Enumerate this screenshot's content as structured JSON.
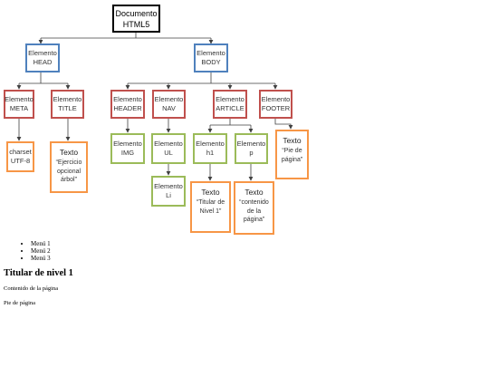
{
  "nodes": {
    "documento": {
      "l1": "Documento",
      "l2": "HTML5"
    },
    "head": {
      "l1": "Elemento",
      "l2": "HEAD"
    },
    "body": {
      "l1": "Elemento",
      "l2": "BODY"
    },
    "meta": {
      "l1": "Elemento",
      "l2": "META"
    },
    "title": {
      "l1": "Elemento",
      "l2": "TITLE"
    },
    "header": {
      "l1": "Elemento",
      "l2": "HEADER"
    },
    "nav": {
      "l1": "Elemento",
      "l2": "NAV"
    },
    "article": {
      "l1": "Elemento",
      "l2": "ARTICLE"
    },
    "footer": {
      "l1": "Elemento",
      "l2": "FOOTER"
    },
    "charset": {
      "l1": "charset",
      "l2": "UTF-8"
    },
    "texto_title": {
      "title": "Texto",
      "body": "“Ejercicio opcional árbol”"
    },
    "img": {
      "l1": "Elemento",
      "l2": "IMG"
    },
    "ul": {
      "l1": "Elemento",
      "l2": "UL"
    },
    "h1": {
      "l1": "Elemento",
      "l2": "h1"
    },
    "p": {
      "l1": "Elemento",
      "l2": "p"
    },
    "texto_footer": {
      "title": "Texto",
      "body": "“Pie de página”"
    },
    "li": {
      "l1": "Elemento",
      "l2": "Li"
    },
    "texto_h1": {
      "title": "Texto",
      "body": "“Titular de Nivel 1”"
    },
    "texto_p": {
      "title": "Texto",
      "body": "“contenido de la página”"
    }
  },
  "preview": {
    "menu": [
      "Menú 1",
      "Menú 2",
      "Menú 3"
    ],
    "heading": "Titular de nivel 1",
    "content": "Contenido de la página",
    "footer": "Pie de página"
  },
  "colors": {
    "head_body": "#4f81bd",
    "elements": "#c0504d",
    "sub_elements": "#9bbb59",
    "text_nodes": "#f79646",
    "connectors": "#404040"
  }
}
